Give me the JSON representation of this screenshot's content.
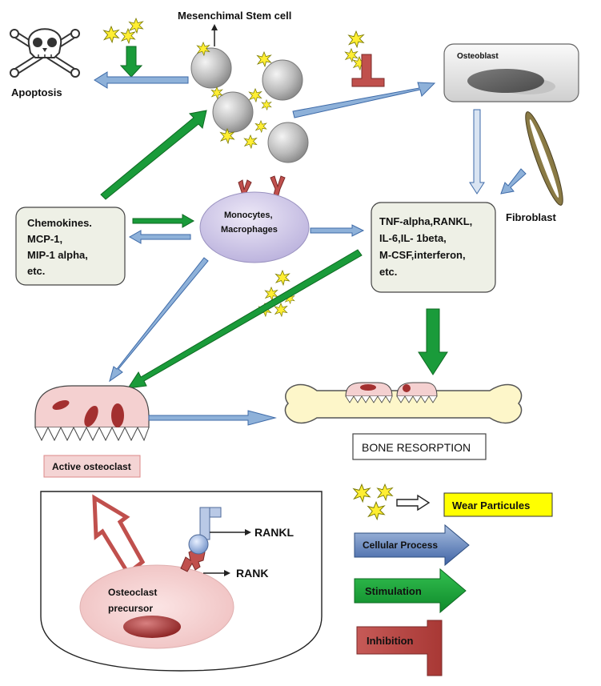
{
  "labels": {
    "msc": "Mesenchimal Stem cell",
    "apoptosis": "Apoptosis",
    "osteoblast": "Osteoblast",
    "fibroblast": "Fibroblast",
    "monocytes_line1": "Monocytes,",
    "monocytes_line2": "Macrophages",
    "active_osteoclast": "Active osteoclast",
    "bone_resorption": "BONE RESORPTION",
    "rankl": "RANKL",
    "rank": "RANK",
    "precursor_line1": "Osteoclast",
    "precursor_line2": "precursor"
  },
  "chemokines_box": {
    "lines": [
      "Chemokines.",
      "MCP-1,",
      "MIP-1 alpha,",
      "etc."
    ]
  },
  "cytokines_box": {
    "lines": [
      "TNF-alpha,RANKL,",
      "IL-6,IL- 1beta,",
      "M-CSF,interferon,",
      "etc."
    ]
  },
  "legend": {
    "wear_particles": "Wear Particules",
    "cellular_process": "Cellular Process",
    "stimulation": "Stimulation",
    "inhibition": "Inhibition"
  },
  "colors": {
    "blue_arrow": "#8eb1d9",
    "blue_arrow_dark": "#3d6aa8",
    "green_arrow": "#1a9b3a",
    "red_inhibit": "#c0504d",
    "particle": "#ffee33",
    "box_fill": "#eef0e6",
    "bone": "#fdf6c9",
    "cell_pink": "#f4d0d0",
    "nucleus": "#a33030",
    "wear_box": "#ffff00"
  }
}
